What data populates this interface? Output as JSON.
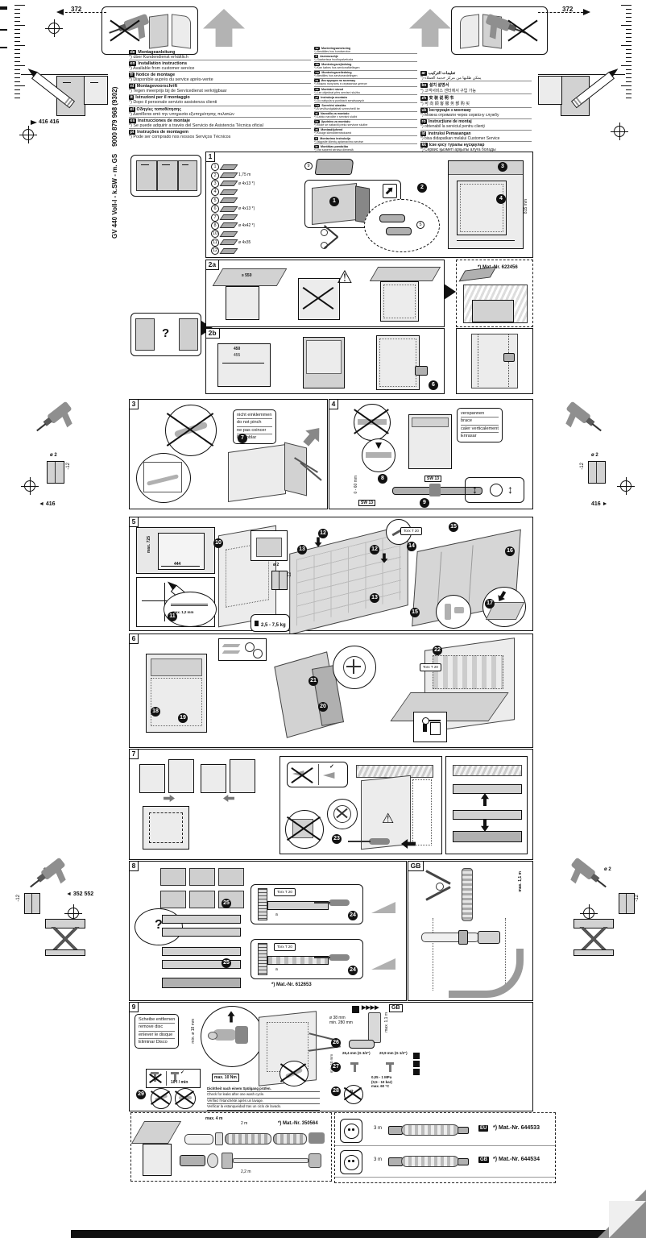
{
  "icons": {
    "arrow_left": "◄",
    "arrow_right": "►",
    "arrow_up": "▲",
    "arrow_down": "▼",
    "play": "▶▶▶▶",
    "check": "✓",
    "warning": "⚠",
    "question": "?",
    "updown": "↕"
  },
  "page": {
    "dim_top_left": "372",
    "dim_top_right": "372",
    "dim_left_mid": "416 416",
    "model": "GV 440 Voll-I - k.SW - m. GS",
    "doc_number": "9000 879 968 (9302)"
  },
  "side": {
    "drill_dia": "ø 2",
    "drill_depth": "-12",
    "offset_mid": "416",
    "offset_low": "352 552"
  },
  "languages": {
    "col1": [
      {
        "code": "de",
        "title": "Montageanleitung",
        "note": "*) über Kundendienst erhältlich"
      },
      {
        "code": "en",
        "title": "Installation instructions",
        "note": "*) Available from customer service"
      },
      {
        "code": "fr",
        "title": "Notice de montage",
        "note": "*) Disponible auprès du service après-vente"
      },
      {
        "code": "nl",
        "title": "Montagevoorschrift",
        "note": "*) Tegen meerprijs bij de Servicedienst verkrijgbaar"
      },
      {
        "code": "it",
        "title": "Istruzioni per il montaggio",
        "note": "*) Dopo il personale servizio assistenza clienti"
      },
      {
        "code": "el",
        "title": "Οδηγίες τοποθέτησης",
        "note": "*) Διατίθεται από την υπηρεσία εξυπηρέτησης πελατών"
      },
      {
        "code": "es",
        "title": "Instrucciones de montaje",
        "note": "*) Se puede adquirir a través del Servicio de Asistencia Técnica oficial"
      },
      {
        "code": "pt",
        "title": "Instruções de montagem",
        "note": "*) Pode ser comprado nos nossos Serviços Técnicos"
      }
    ],
    "col2": [
      {
        "code": "sv",
        "title": "Monteringsanvisning",
        "note": "*) Beställes hos kundservice"
      },
      {
        "code": "fi",
        "title": "Asennusohje",
        "note": "*) Saatavissa huoltopalvelusta"
      },
      {
        "code": "da",
        "title": "Monteringsvejledning",
        "note": "*) Kan købes hos serviceafdelingen"
      },
      {
        "code": "no",
        "title": "Monteringsveiledning",
        "note": "*) Bestilles hos serviceavdelingen"
      },
      {
        "code": "ru",
        "title": "Инструкция по монтажу",
        "note": "*) Можно получить в сервисном центре"
      },
      {
        "code": "cs",
        "title": "Montážní návod",
        "note": "*) Lze objednat přes servisní službu"
      },
      {
        "code": "pl",
        "title": "Instrukcja montażu",
        "note": "*) Do nabycia w punktach serwisowych"
      },
      {
        "code": "hu",
        "title": "Szerelési utasítás",
        "note": "*) A vevőszolgálatnál szerezhető be"
      },
      {
        "code": "sl",
        "title": "Navodila za montažo",
        "note": "*) Lahko naročite v servisni službi"
      },
      {
        "code": "hr",
        "title": "Uputstvo za montažu",
        "note": "*) Može se nabaviti preko servisne službe"
      },
      {
        "code": "et",
        "title": "Montaažijuhend",
        "note": "*) Küsige klienditeenindusest"
      },
      {
        "code": "lt",
        "title": "Montavimo instrukcija",
        "note": "*) Įsigysite klientų aptarnavimo servise"
      },
      {
        "code": "lv",
        "title": "Montāžas pamācība",
        "note": "*) Var saņemt servisa dienestā"
      },
      {
        "code": "sk",
        "title": "Návod na montáž",
        "note": "*) Dostanete v službe zákazníkom"
      },
      {
        "code": "sq",
        "title": "Udhëzues për montim",
        "note": "*) Sigurohet nëpërmjet servisit"
      },
      {
        "code": "sr",
        "title": "Uputstvo za montažu",
        "note": "*) Može se dobiti preko servisne službe"
      },
      {
        "code": "fa",
        "title": "راهنمای نصب",
        "note": "*) از خدمات مشتریان قابل تهیه است"
      }
    ],
    "col3": [
      {
        "code": "ar",
        "title": "تعليمات التركيب",
        "note": "*) يمكن طلبها من مركز خدمة العملاء"
      },
      {
        "code": "ko",
        "title": "설치 설명서",
        "note": "*) 고객서비스 센터에서 구입 가능"
      },
      {
        "code": "zh",
        "title": "安 装 说 明 书",
        "note": "*) 可 向 顾 客 服 务 部 购 买"
      },
      {
        "code": "uk",
        "title": "Інструкція з монтажу",
        "note": "*) Можна отримати через сервісну службу"
      },
      {
        "code": "ro",
        "title": "Instrucţiune de montaj",
        "note": "*) obtenabil la serviciul pentru clienţi"
      },
      {
        "code": "id",
        "title": "Instruksi Pemasangan",
        "note": "*) bisa didapatkan melalui Customer Service"
      },
      {
        "code": "kk",
        "title": "Іске қосу туралы нұсқаулар",
        "note": "*) Сервис қызметі арқылы алуға болады"
      }
    ]
  },
  "p1": {
    "tag": "1",
    "cover_num": "9",
    "height": "815 mm",
    "parts": [
      {
        "n": "1",
        "spec": ""
      },
      {
        "n": "2",
        "spec": "1,75 m"
      },
      {
        "n": "3",
        "spec": "ø 4x13 *)"
      },
      {
        "n": "4",
        "spec": ""
      },
      {
        "n": "5",
        "spec": ""
      },
      {
        "n": "6",
        "spec": "ø 4x13 *)"
      },
      {
        "n": "7",
        "spec": ""
      },
      {
        "n": "8",
        "spec": "ø 4x42 *)"
      },
      {
        "n": "10",
        "spec": ""
      },
      {
        "n": "11",
        "spec": "ø 4x35"
      },
      {
        "n": "12",
        "spec": ""
      }
    ],
    "s1": "1",
    "s2": "2",
    "s3": "3",
    "s4": "4",
    "s5": "5"
  },
  "p2a": {
    "tag": "2a",
    "depth": "≥ 550",
    "mat": "*) Mat.-Nr. 622456"
  },
  "p2b": {
    "tag": "2b",
    "w1": "450",
    "w2": "455",
    "s6": "6"
  },
  "p3": {
    "tag": "3",
    "s7": "7",
    "note": [
      "nicht einklemmen",
      "do not pinch",
      "ne pas coincer",
      "No doblar"
    ]
  },
  "p4": {
    "tag": "4",
    "s8": "8",
    "s9": "9",
    "sw": "SW 13",
    "range": "0 - 60 mm",
    "note": [
      "verspannen",
      "brace",
      "caler verticalement",
      "Enrasar"
    ]
  },
  "p5": {
    "tag": "5",
    "h": "max. 725",
    "w": "444",
    "dia": "ø 2",
    "depth": "-12",
    "gap": "max. 1,2 mm",
    "weight": "2,5 - 7,5 kg",
    "torx": "Torx T 20",
    "s10": "10",
    "s11": "11",
    "s12": "12",
    "s13": "13",
    "s14": "14",
    "s15": "15",
    "s16": "16",
    "s17": "17"
  },
  "p6": {
    "tag": "6",
    "torx": "Torx T 20",
    "s18": "18",
    "s19": "19",
    "s20": "20",
    "s21": "21",
    "s22": "22"
  },
  "p7": {
    "tag": "7",
    "s23": "23"
  },
  "p8": {
    "tag": "8",
    "torx": "Torx T 20",
    "s24": "24",
    "s25": "25",
    "mat": "*) Mat.-Nr. 612653",
    "dim": "a"
  },
  "gb": {
    "tag": "GB",
    "len": "max. 1,1 m"
  },
  "p9": {
    "tag": "9",
    "ref": "GB",
    "min_dia": "min. ø 18 mm",
    "flow": "10 l / min",
    "torque": "max. 10 Nm",
    "hose_dia": "ø 38 mm",
    "hose_min": "min. 280 mm",
    "len": "max. 1,1 m",
    "g34": "26,4 mm (G 3/4\")",
    "g12": "20,9 mm (G 1/2\")",
    "min10": "min. 10 mm",
    "pr1": "0,05 - 1 MPa",
    "pr2": "(0,5 - 10 bar)",
    "pr3": "max. 60 °C",
    "r": "R",
    "s26": "26",
    "s27": "27",
    "s28": "28",
    "s29": "29",
    "note": [
      "Scheibe entfernen",
      "remove disc",
      "enlever le disque",
      "Eliminar Disco"
    ],
    "leak": [
      "Dichtheit nach einem Spülgang prüfen.",
      "Check for leaks after one wash cycle.",
      "Vérifiez l'étanchéité après un lavage.",
      "Verificar la estanqueidad tras un ciclo de lavado."
    ]
  },
  "pa": {
    "l1": "max. 4 m",
    "l2": "2 m",
    "l3": "2,2 m",
    "mat": "*) Mat.-Nr. 350564"
  },
  "pb": {
    "rows": [
      {
        "code": "EU",
        "len": "3 m",
        "mat": "*) Mat.-Nr. 644533"
      },
      {
        "code": "GB",
        "len": "3 m",
        "mat": "*) Mat.-Nr. 644534"
      }
    ]
  }
}
